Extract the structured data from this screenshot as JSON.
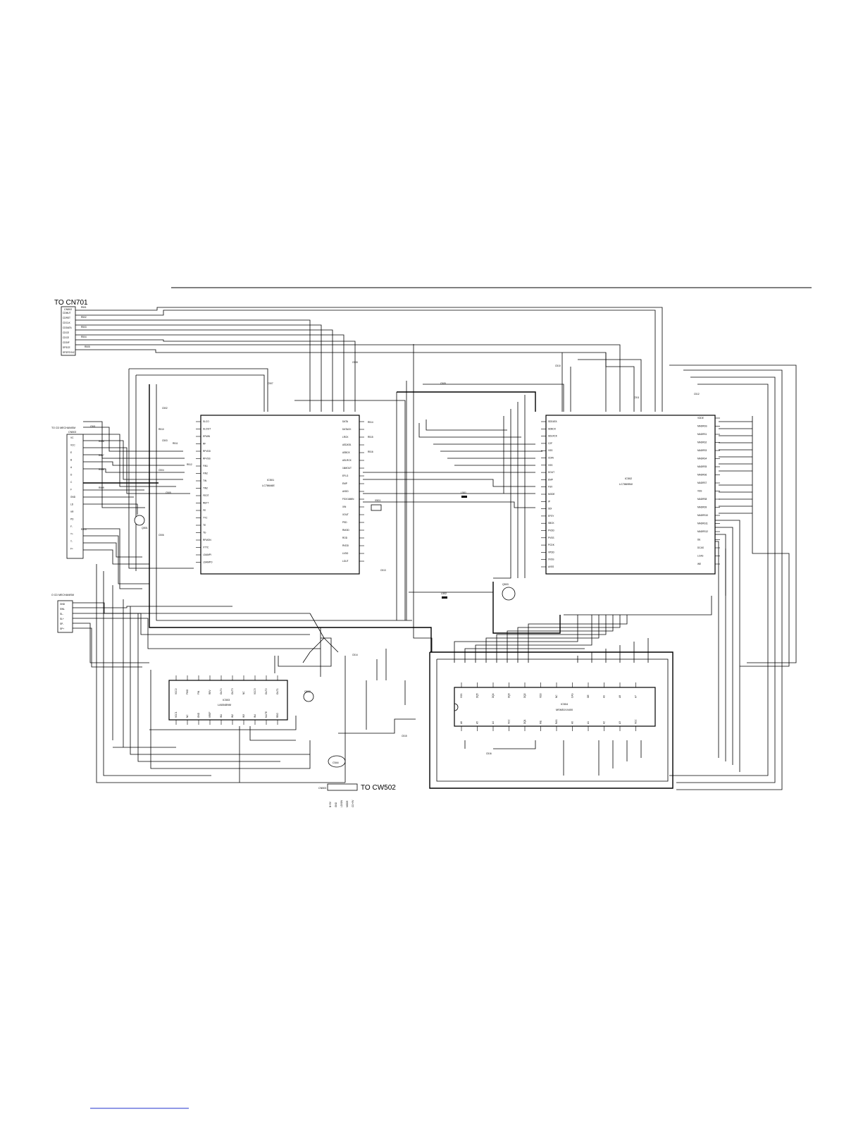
{
  "connectors": {
    "cn701": {
      "title": "TO  CN701",
      "ref": "CN502",
      "pins": [
        "CDMUT",
        "CDRST",
        "CDCLK",
        "CDDATA",
        "CDCE",
        "CDCE",
        "CDDIF",
        "SFSCE",
        "SFSFSYNC"
      ]
    },
    "mech1": {
      "title": "TO CD MECHANISM",
      "ref": "CN503",
      "pins": [
        "VC",
        "VCC",
        "E",
        "B",
        "A",
        "D",
        "C",
        "F",
        "GND",
        "LD",
        "VR",
        "PD",
        "F-",
        "T+",
        "T-",
        "F+"
      ]
    },
    "mech2": {
      "title": "O CD MECHANISM",
      "ref": "CN504",
      "pins": [
        "GND",
        "SWL",
        "SL-",
        "SL+",
        "SP-",
        "SP+"
      ]
    },
    "cw502": {
      "title": "TO  CW502",
      "ref": "CN503",
      "pins": [
        "B+5V",
        "GND",
        "LD/SW",
        "MODE",
        "CD+5V"
      ]
    }
  },
  "ics": {
    "ic501": {
      "ref": "IC501",
      "part": "LC78646E",
      "left_pins": [
        "SLCO",
        "SLCIST",
        "EFMIN",
        "RF",
        "RFVDD",
        "RFVSS",
        "FIN1",
        "FIN2",
        "TIN",
        "TIN2",
        "FEOT",
        "REFT",
        "FE",
        "TYC",
        "TE",
        "TE-",
        "RFMON",
        "VTTC",
        "LDAMPI",
        "LDAMPO"
      ],
      "right_pins": [
        "DATA",
        "DATACK",
        "LRCK",
        "ASDATA",
        "ASBCK",
        "ASLRCK",
        "16MOUT",
        "EFLG",
        "EMP",
        "AVDD",
        "FSX/16MIN",
        "XIN",
        "XOUT",
        "PSD",
        "RMOD",
        "ROD",
        "RVDD",
        "LVDD",
        "LOUT"
      ]
    },
    "ic502": {
      "ref": "IC502",
      "part": "LC78695W",
      "left_pins": [
        "SDDATA",
        "SDBCK",
        "SDLRCK",
        "C2F",
        "VSS",
        "CDIN",
        "VSS",
        "DOUT",
        "EMP",
        "FSX",
        "MODE",
        "IP",
        "SDI",
        "EFSY",
        "SBCK",
        "PVDD",
        "PVSS",
        "PCDK",
        "VPDD",
        "XVSS",
        "AVSS"
      ],
      "right_pins": [
        "VDDE",
        "MADRSS",
        "MADRS1",
        "MADRS2",
        "MADRS3",
        "MADRS4",
        "MADRS5",
        "MADRS6",
        "MADRS7",
        "VSS",
        "MADRS8",
        "MADRS9",
        "MADRS10",
        "MADRS11",
        "MADRS12",
        "DE",
        "DCAS",
        "LCAS",
        "WE"
      ]
    },
    "ic503": {
      "ref": "IC503",
      "part": "LA6548NM",
      "pins": [
        "VCC2",
        "FWD",
        "FIN",
        "REV",
        "OUT4",
        "OUT3",
        "NC",
        "VCC3",
        "OUT2",
        "OUT1",
        "VCC1",
        "NC",
        "GND",
        "VREF",
        "IN1",
        "IN2",
        "IN3",
        "IN4",
        "MUTE",
        "REG"
      ]
    },
    "ic504": {
      "ref": "IC504",
      "part": "MSM51V4400",
      "pins": [
        "VSS",
        "DQ5",
        "DQ4",
        "DQ3",
        "DQ2",
        "VDD",
        "NC",
        "CAS",
        "OE",
        "A9",
        "A8",
        "A7",
        "A6",
        "A5",
        "A4",
        "VCC",
        "DQ1",
        "WE",
        "RAS",
        "A0",
        "A1",
        "A2",
        "A3",
        "VCC"
      ]
    }
  },
  "components": {
    "q501": "Q501",
    "q502": "Q502",
    "q503": "Q503",
    "x501": "X501",
    "l501": "L501",
    "l502": "L502",
    "c544": "C544",
    "r_labels": [
      "R501",
      "R502",
      "R503",
      "R504",
      "R505",
      "R506",
      "R507",
      "R508",
      "R509",
      "R510",
      "R511",
      "R512",
      "R513",
      "R514",
      "R515",
      "R516"
    ],
    "c_labels": [
      "C501",
      "C502",
      "C503",
      "C504",
      "C505",
      "C506",
      "C507",
      "C508",
      "C509",
      "C510",
      "C511",
      "C512",
      "C513",
      "C514",
      "C515",
      "C516"
    ]
  },
  "footer_link": ""
}
